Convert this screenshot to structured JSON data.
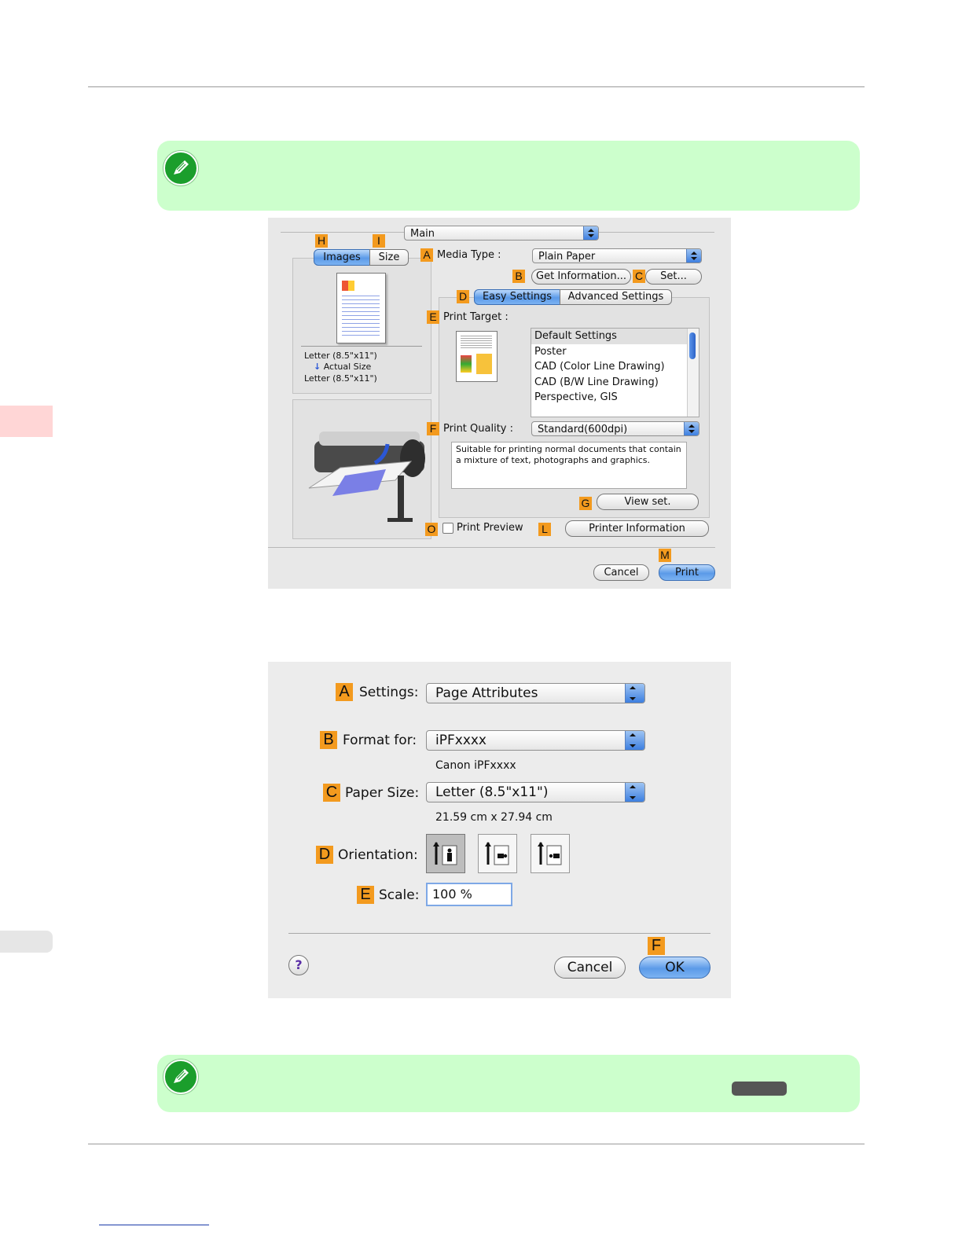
{
  "dialog1": {
    "panel_popup": "Main",
    "tab_images": "Images",
    "tab_size": "Size",
    "media_type_label": "Media Type :",
    "media_type_value": "Plain Paper",
    "get_information": "Get Information...",
    "set_button": "Set...",
    "tab_easy": "Easy Settings",
    "tab_advanced": "Advanced Settings",
    "print_target_label": "Print Target :",
    "print_targets": [
      "Default Settings",
      "Poster",
      "CAD (Color Line Drawing)",
      "CAD (B/W Line Drawing)",
      "Perspective, GIS"
    ],
    "print_quality_label": "Print Quality :",
    "print_quality_value": "Standard(600dpi)",
    "quality_description": "Suitable for printing normal documents that contain a mixture of text, photographs and graphics.",
    "view_set": "View set.",
    "print_preview": "Print Preview",
    "printer_information": "Printer Information",
    "cancel": "Cancel",
    "print": "Print",
    "paper_from": "Letter (8.5\"x11\")",
    "actual_size": "Actual Size",
    "paper_to": "Letter (8.5\"x11\")",
    "letters": {
      "H": "H",
      "I": "I",
      "A": "A",
      "B": "B",
      "C": "C",
      "D": "D",
      "E": "E",
      "F": "F",
      "G": "G",
      "O": "O",
      "L": "L",
      "M": "M"
    }
  },
  "dialog2": {
    "settings_label": "Settings:",
    "settings_value": "Page Attributes",
    "format_label": "Format for:",
    "format_value": "iPFxxxx",
    "format_sub": "Canon iPFxxxx",
    "paper_label": "Paper Size:",
    "paper_value": "Letter (8.5\"x11\")",
    "paper_dims": "21.59 cm x 27.94 cm",
    "orientation_label": "Orientation:",
    "scale_label": "Scale:",
    "scale_value": "100 %",
    "cancel": "Cancel",
    "ok": "OK",
    "help": "?",
    "letters": {
      "A": "A",
      "B": "B",
      "C": "C",
      "D": "D",
      "E": "E",
      "F": "F"
    }
  },
  "colors": {
    "note_bg": "#ccffcc",
    "tag": "#f39a1e",
    "side_tab_top": "#ffd6d6",
    "side_tab_bottom": "#e6e6e6"
  }
}
